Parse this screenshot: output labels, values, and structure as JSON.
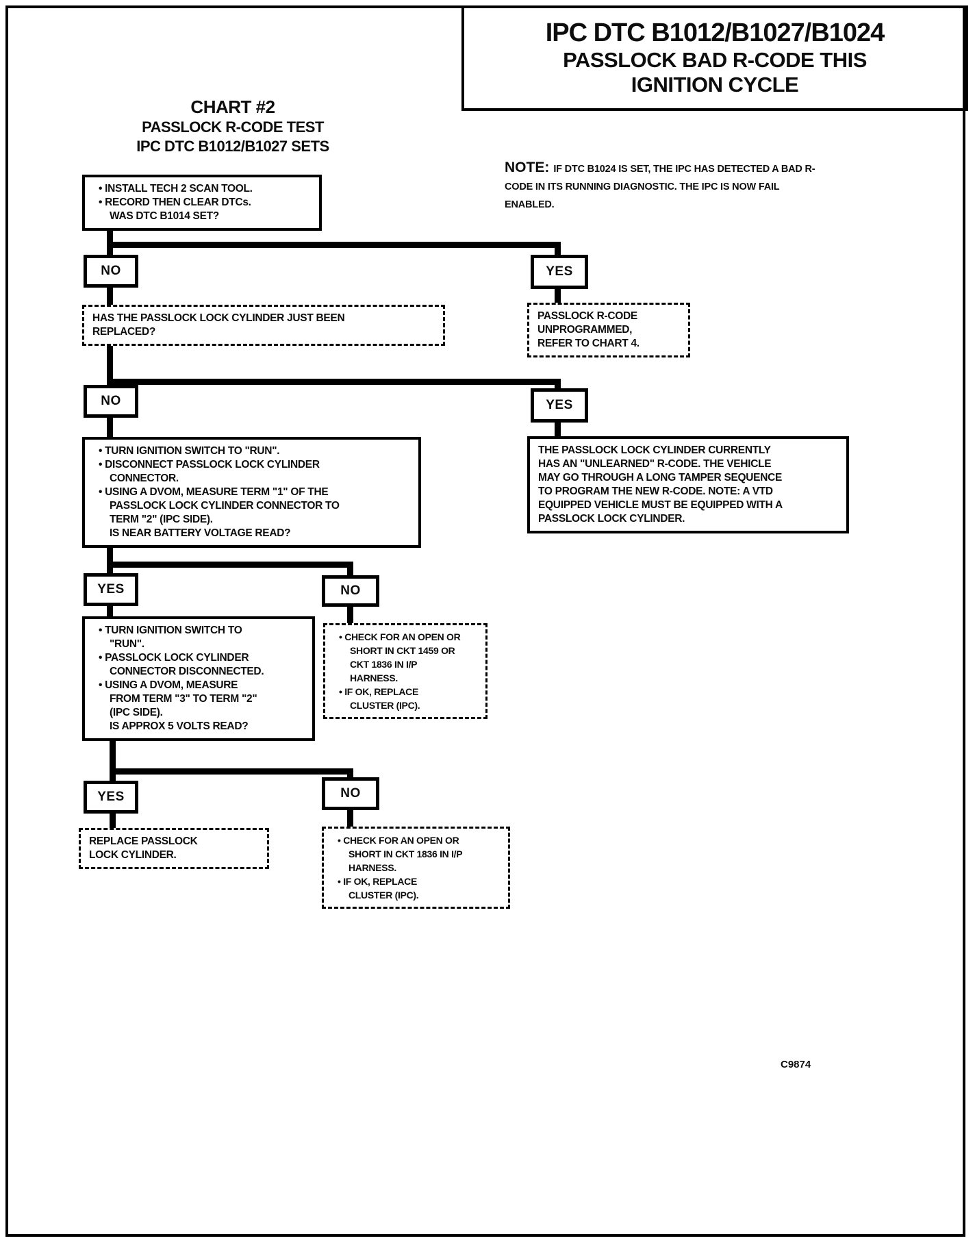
{
  "header": {
    "chart_heading": {
      "line1": "CHART #2",
      "line2": "PASSLOCK R-CODE TEST",
      "line3": "IPC DTC B1012/B1027 SETS"
    },
    "title_box": {
      "line1": "IPC DTC B1012/B1027/B1024",
      "line2": "PASSLOCK BAD R-CODE THIS",
      "line3": "IGNITION CYCLE"
    },
    "note": {
      "label": "NOTE:",
      "text": "IF DTC B1024 IS SET, THE IPC HAS DETECTED A BAD R-CODE IN ITS RUNNING DIAGNOSTIC. THE IPC IS NOW FAIL ENABLED."
    }
  },
  "flowchart": {
    "labels": {
      "yes": "YES",
      "no": "NO"
    },
    "start": {
      "lines": [
        "• INSTALL TECH 2 SCAN TOOL.",
        "• RECORD THEN CLEAR DTCs.",
        "WAS DTC B1014 SET?"
      ]
    },
    "q_replaced": {
      "lines": [
        "HAS THE PASSLOCK LOCK CYLINDER JUST BEEN",
        "REPLACED?"
      ]
    },
    "unprogrammed": {
      "lines": [
        "PASSLOCK R-CODE",
        "UNPROGRAMMED,",
        "REFER TO CHART 4."
      ]
    },
    "measure1": {
      "lines": [
        "• TURN IGNITION SWITCH TO \"RUN\".",
        "• DISCONNECT PASSLOCK LOCK CYLINDER",
        "CONNECTOR.",
        "• USING A DVOM, MEASURE TERM \"1\" OF THE",
        "PASSLOCK LOCK CYLINDER CONNECTOR TO",
        "TERM \"2\" (IPC SIDE).",
        "IS NEAR BATTERY VOLTAGE READ?"
      ]
    },
    "unlearned": {
      "lines": [
        "THE PASSLOCK LOCK CYLINDER CURRENTLY",
        "HAS AN \"UNLEARNED\" R-CODE. THE VEHICLE",
        "MAY GO THROUGH A LONG TAMPER SEQUENCE",
        "TO PROGRAM THE NEW R-CODE. NOTE: A VTD",
        "EQUIPPED VEHICLE MUST BE EQUIPPED WITH A",
        "PASSLOCK LOCK CYLINDER."
      ]
    },
    "measure2": {
      "lines": [
        "• TURN IGNITION SWITCH TO",
        "\"RUN\".",
        "• PASSLOCK LOCK CYLINDER",
        "CONNECTOR DISCONNECTED.",
        "• USING A DVOM, MEASURE",
        "FROM TERM \"3\" TO TERM \"2\"",
        "(IPC SIDE).",
        "IS APPROX 5 VOLTS READ?"
      ]
    },
    "check1": {
      "lines": [
        "• CHECK FOR AN OPEN OR",
        "SHORT IN CKT 1459 OR",
        "CKT 1836 IN I/P",
        "HARNESS.",
        "• IF OK, REPLACE",
        "CLUSTER (IPC)."
      ]
    },
    "replace": {
      "lines": [
        "REPLACE PASSLOCK",
        "LOCK CYLINDER."
      ]
    },
    "check2": {
      "lines": [
        "• CHECK FOR AN OPEN OR",
        "SHORT IN CKT 1836 IN I/P",
        "HARNESS.",
        "• IF OK, REPLACE",
        "CLUSTER (IPC)."
      ]
    }
  },
  "footer": {
    "figure_code": "C9874"
  }
}
